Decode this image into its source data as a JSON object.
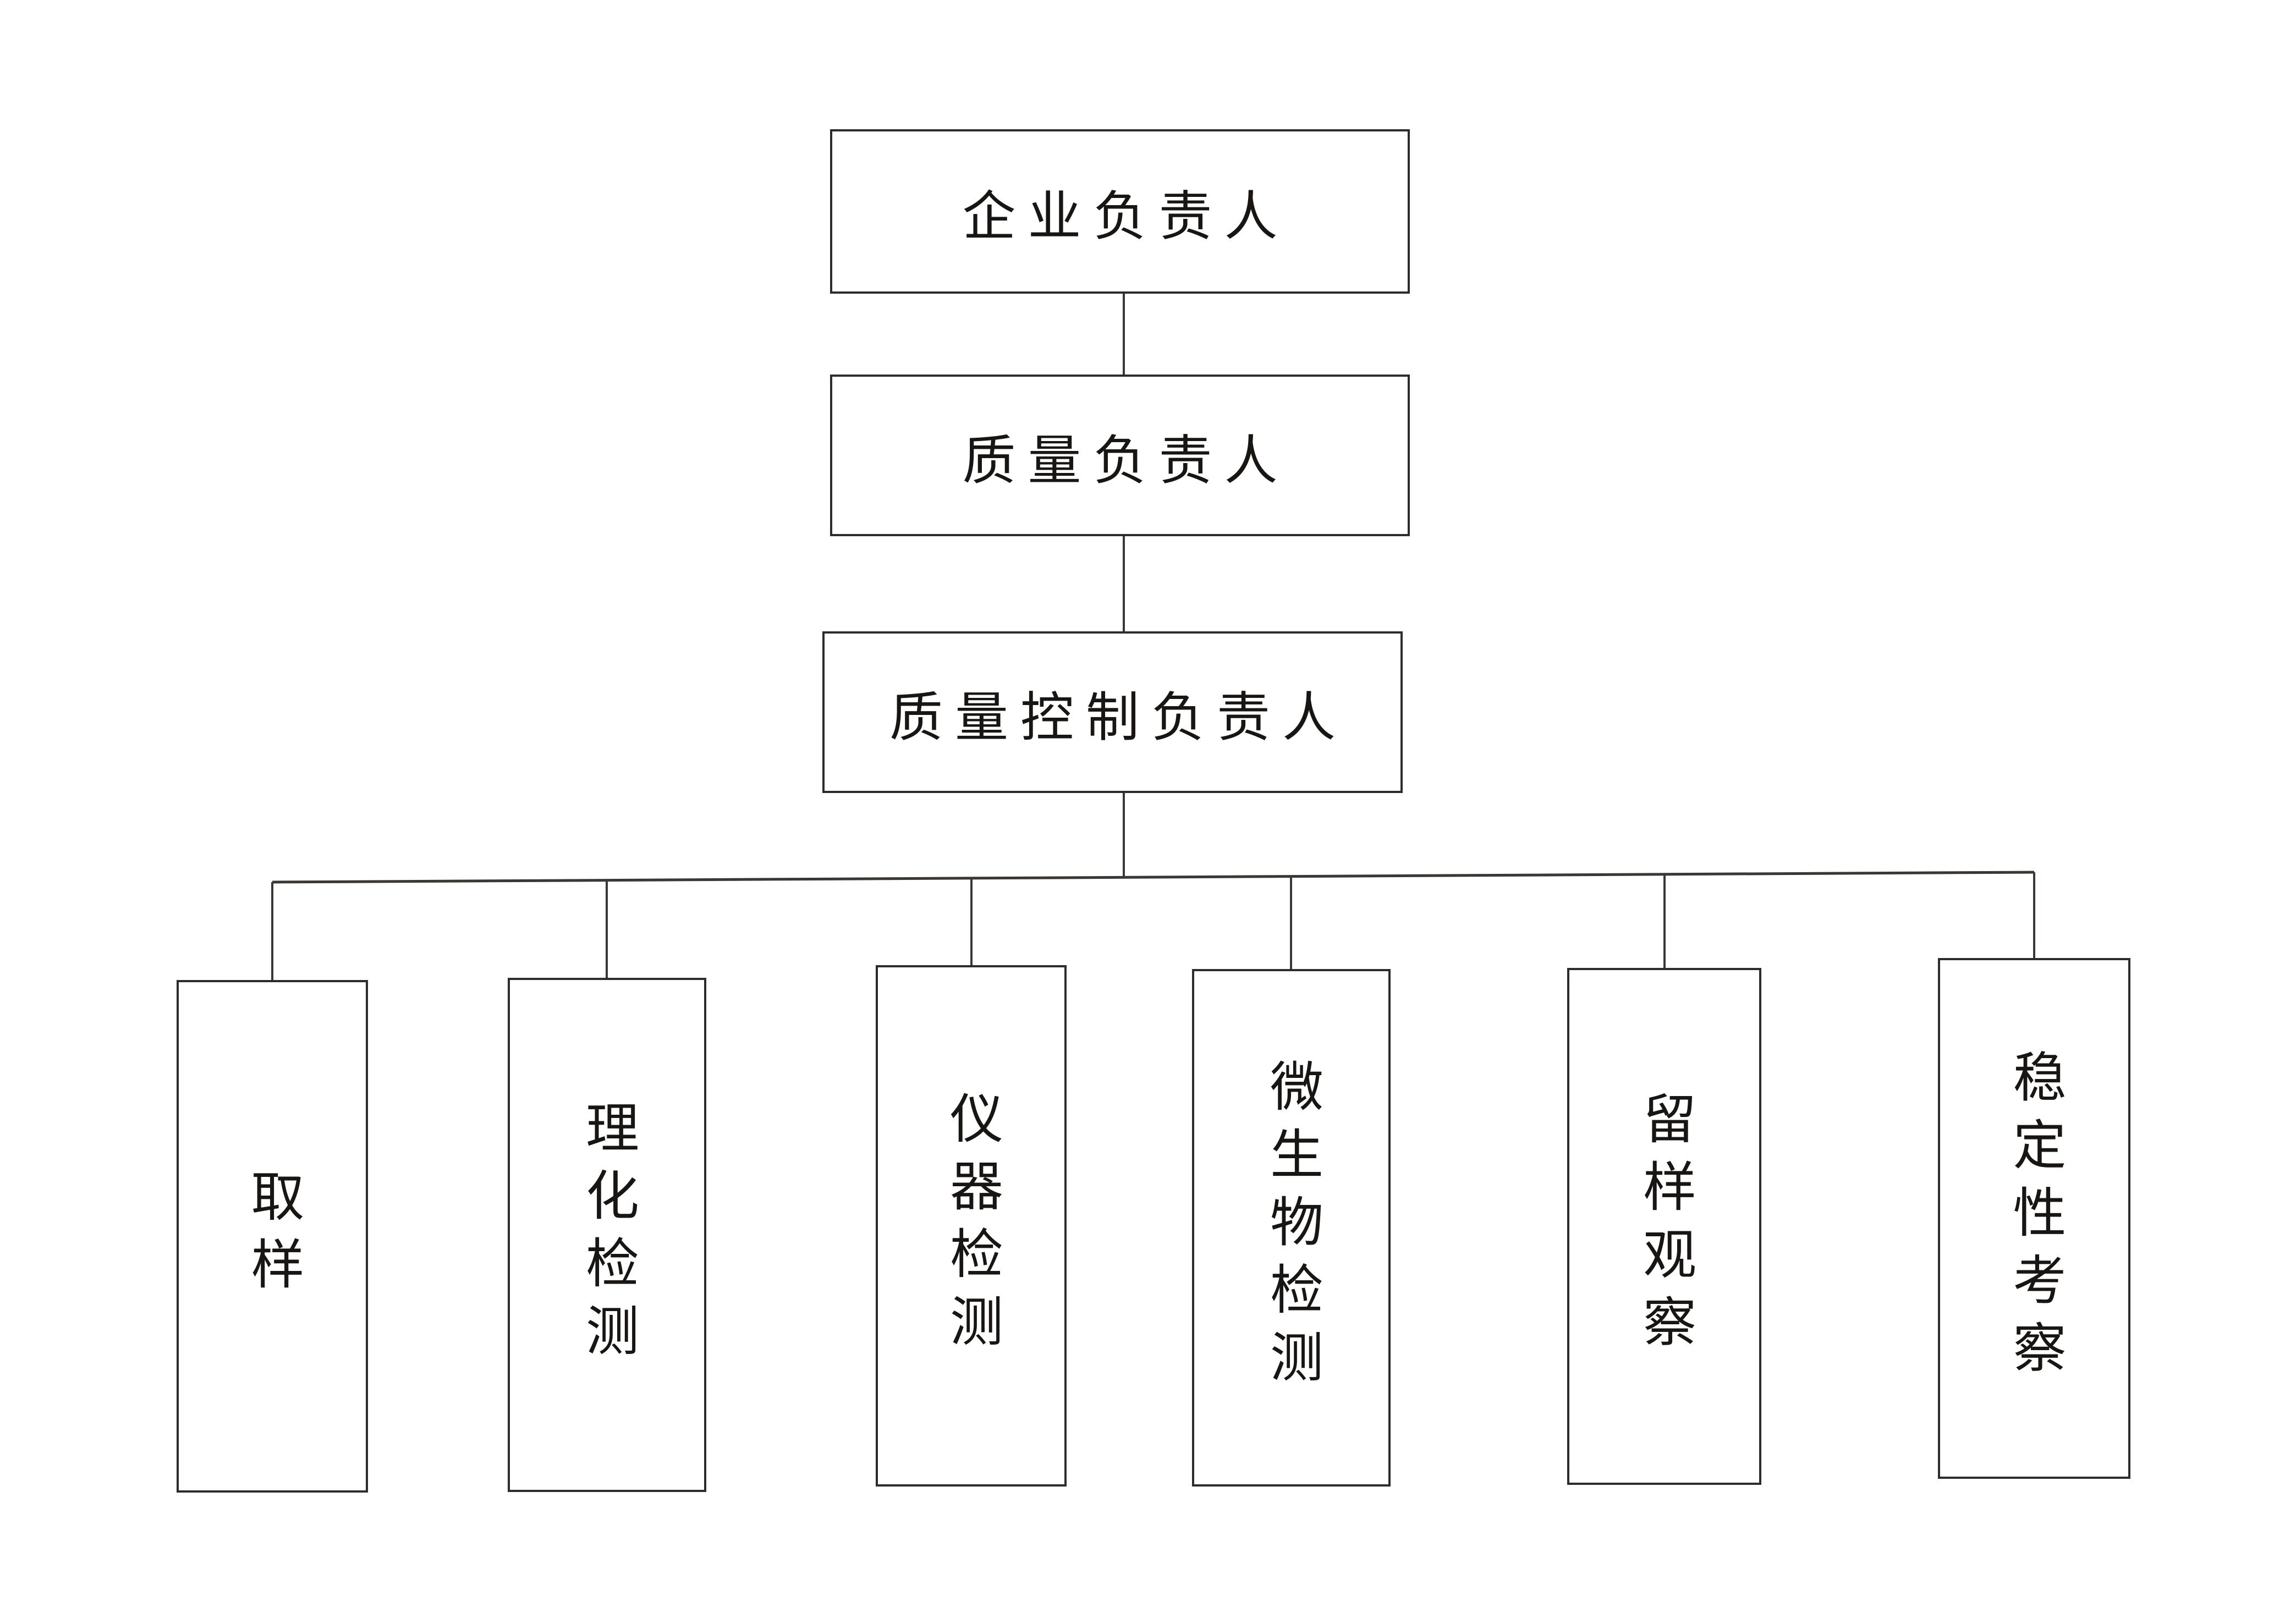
{
  "page": {
    "background": "#ffffff"
  },
  "org_chart": {
    "type": "org-hierarchy",
    "chain": [
      {
        "id": "enterprise-manager",
        "label": "企业负责人"
      },
      {
        "id": "quality-manager",
        "label": "质量负责人"
      },
      {
        "id": "quality-control-manager",
        "label": "质量控制负责人"
      }
    ],
    "departments": [
      {
        "id": "sampling",
        "label": "取样"
      },
      {
        "id": "physicochemical-testing",
        "label": "理化检测"
      },
      {
        "id": "instrument-testing",
        "label": "仪器检测"
      },
      {
        "id": "microbiological-testing",
        "label": "微生物检测"
      },
      {
        "id": "retained-sample-observation",
        "label": "留样观察"
      },
      {
        "id": "stability-investigation",
        "label": "稳定性考察"
      }
    ],
    "colors": {
      "border": "#2e2b29",
      "text": "#181512",
      "line": "#3b3735",
      "background": "#ffffff"
    }
  }
}
